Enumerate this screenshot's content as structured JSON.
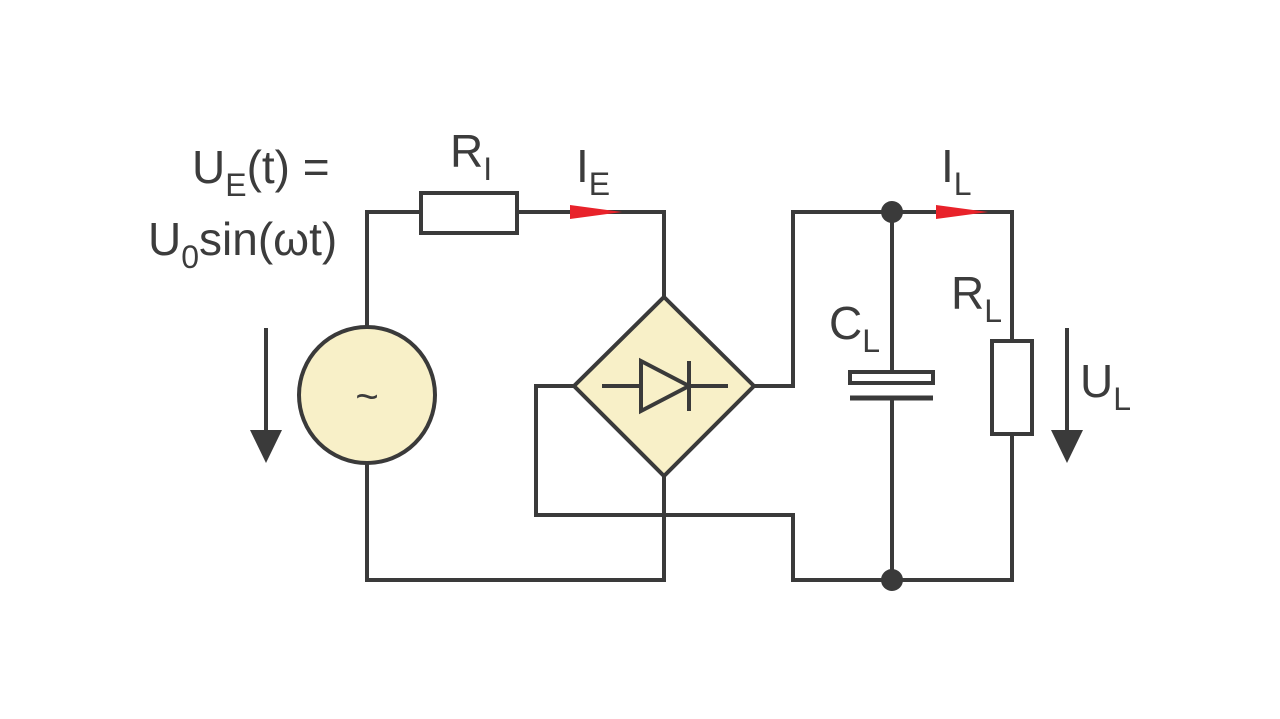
{
  "source": {
    "line1": {
      "U": "U",
      "E": "E",
      "rest": "(t) ="
    },
    "line2": {
      "U": "U",
      "zero": "0",
      "rest": "sin(ωt)"
    },
    "symbol": "~"
  },
  "ri": {
    "R": "R",
    "sub": "I"
  },
  "ie": {
    "I": "I",
    "sub": "E"
  },
  "il": {
    "I": "I",
    "sub": "L"
  },
  "rl": {
    "R": "R",
    "sub": "L"
  },
  "cl": {
    "C": "C",
    "sub": "L"
  },
  "ul": {
    "U": "U",
    "sub": "L"
  },
  "colors": {
    "wire": "#3a3a3a",
    "fill": "#f8f0c8",
    "arrow_red": "#e8222a",
    "text": "#3c3c3c"
  }
}
